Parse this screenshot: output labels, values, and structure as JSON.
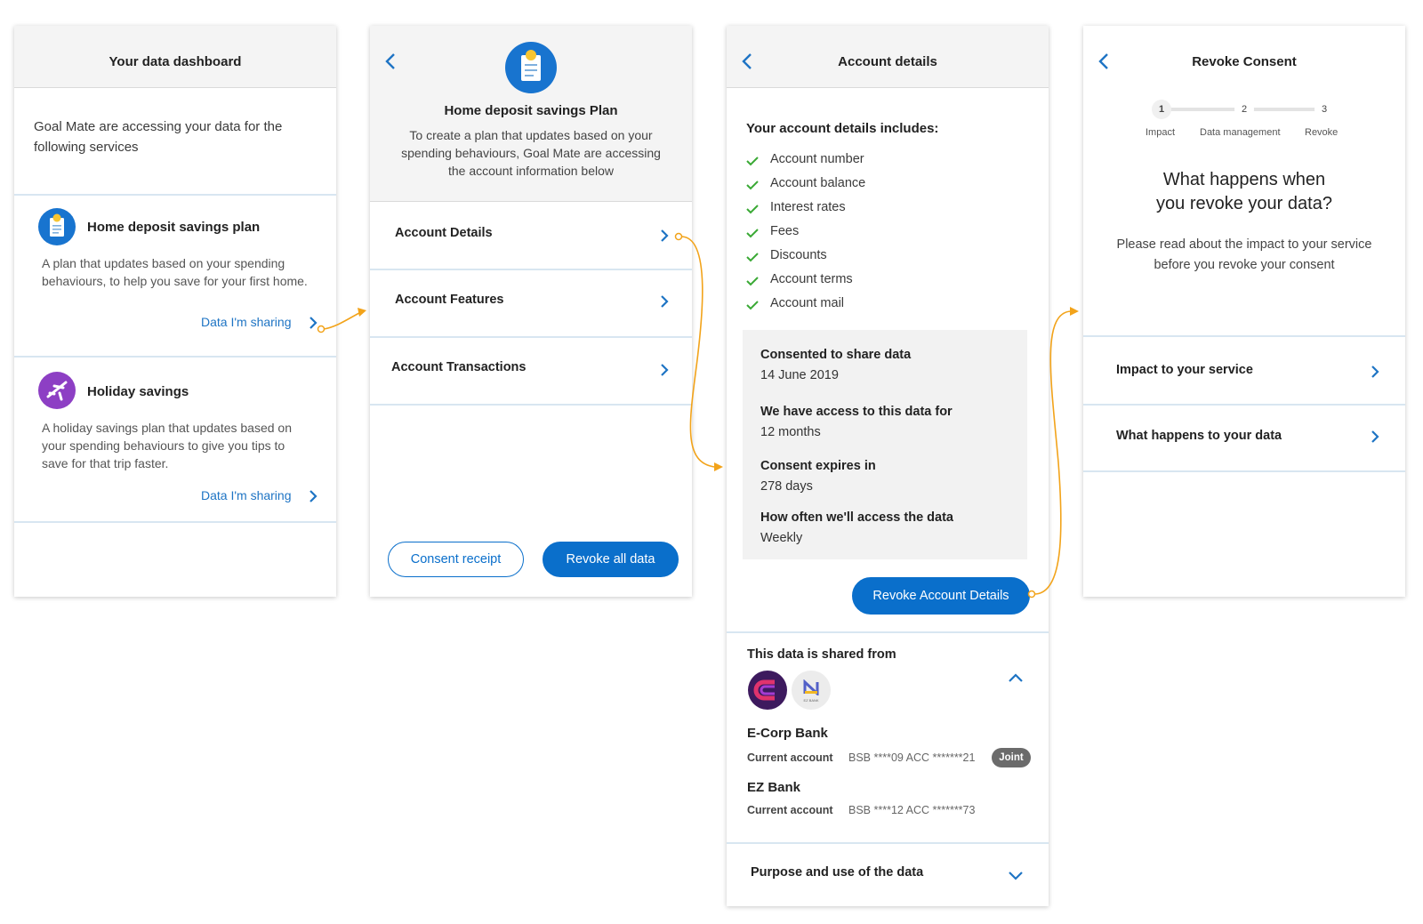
{
  "colors": {
    "accent": "#0a6fcb",
    "link": "#1e74c4",
    "check": "#3aa935",
    "flow_arrow": "#f2a31a",
    "header_bg": "#f4f4f4",
    "joint_badge": "#6b6b6b"
  },
  "screen1": {
    "title": "Your data dashboard",
    "intro": "Goal Mate are accessing your data for the following services",
    "services": [
      {
        "icon": "savings-plan-icon",
        "title": "Home deposit savings plan",
        "description": "A plan that updates based on your spending behaviours, to help you save for your first home.",
        "link": "Data I'm sharing"
      },
      {
        "icon": "airplane-icon",
        "title": "Holiday savings",
        "description": "A holiday savings plan that updates based on your spending behaviours to give you tips to save for that trip faster.",
        "link": "Data I'm sharing"
      }
    ]
  },
  "screen2": {
    "title": "Home deposit savings Plan",
    "description": "To create a plan that updates based on your spending behaviours, Goal Mate are accessing the account information below",
    "rows": [
      "Account Details",
      "Account Features",
      "Account Transactions"
    ],
    "consent_button": "Consent receipt",
    "revoke_button": "Revoke all data"
  },
  "screen3": {
    "title": "Account details",
    "includes_heading": "Your account details includes:",
    "items": [
      "Account number",
      "Account balance",
      "Interest rates",
      "Fees",
      "Discounts",
      "Account terms",
      "Account mail"
    ],
    "consent": [
      {
        "label": "Consented to share data",
        "value": "14 June 2019"
      },
      {
        "label": "We have access to this data for",
        "value": "12 months"
      },
      {
        "label": "Consent expires in",
        "value": "278 days"
      },
      {
        "label": "How often we'll access the data",
        "value": "Weekly"
      }
    ],
    "revoke_button": "Revoke Account Details",
    "shared_from_heading": "This data is shared from",
    "ez_logo_text": "EZ BANK",
    "banks": [
      {
        "name": "E-Corp Bank",
        "account_type": "Current account",
        "account_number": "BSB ****09 ACC *******21",
        "badge": "Joint"
      },
      {
        "name": "EZ Bank",
        "account_type": "Current account",
        "account_number": "BSB ****12 ACC *******73",
        "badge": ""
      }
    ],
    "purpose_heading": "Purpose and use of the data"
  },
  "screen4": {
    "title": "Revoke Consent",
    "steps": [
      {
        "number": "1",
        "label": "Impact"
      },
      {
        "number": "2",
        "label": "Data management"
      },
      {
        "number": "3",
        "label": "Revoke"
      }
    ],
    "current_step": 1,
    "heading_line1": "What happens when",
    "heading_line2": "you revoke your data?",
    "body": "Please read about the impact to your service before you revoke your consent",
    "rows": [
      "Impact to your service",
      "What happens to your data"
    ]
  }
}
